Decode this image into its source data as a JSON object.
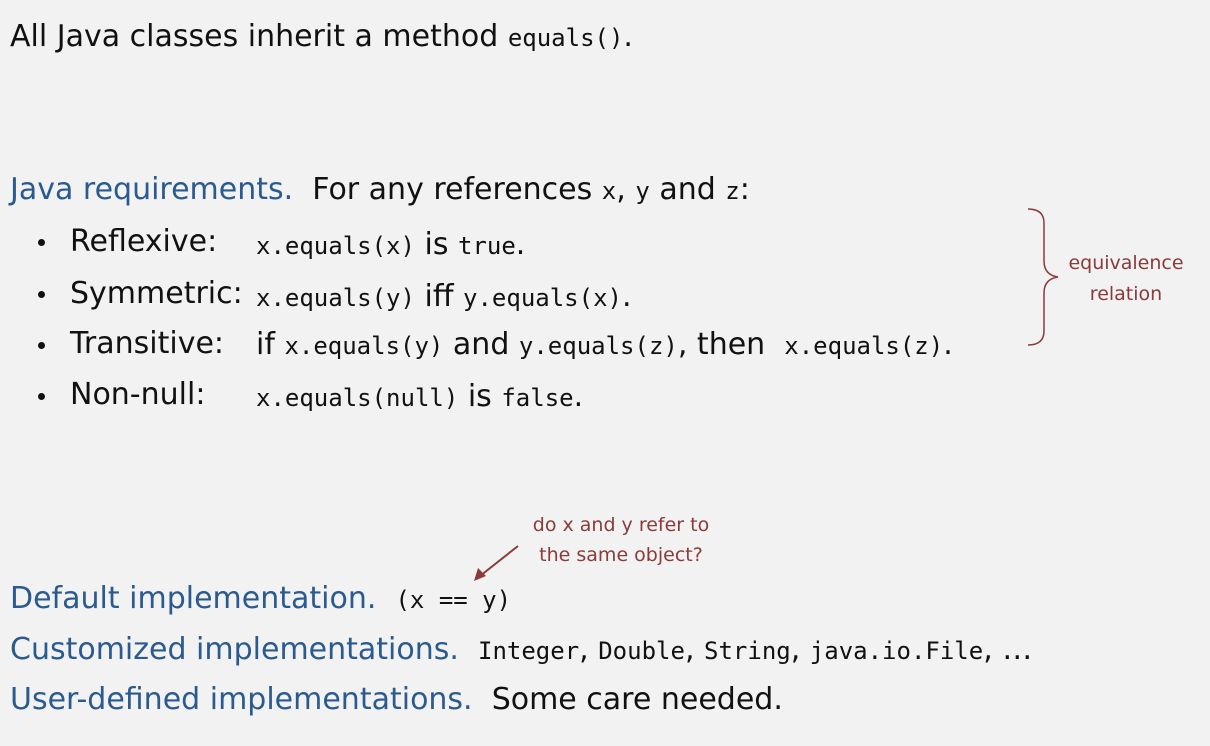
{
  "intro": {
    "text": "All Java classes inherit a method ",
    "code": "equals()",
    "end": "."
  },
  "requirements": {
    "heading": "Java requirements.",
    "lead": "For any references ",
    "x": "x",
    "comma": ",",
    "y": "y",
    "and": " and ",
    "z": "z",
    "colon": ":",
    "items": [
      {
        "term": "Reflexive:",
        "parts": [
          {
            "t": "mono",
            "v": "x.equals(x)"
          },
          {
            "t": "sans",
            "v": " is "
          },
          {
            "t": "mono",
            "v": "true"
          },
          {
            "t": "sans",
            "v": "."
          }
        ]
      },
      {
        "term": "Symmetric:",
        "parts": [
          {
            "t": "mono",
            "v": "x.equals(y)"
          },
          {
            "t": "sans",
            "v": " iff "
          },
          {
            "t": "mono",
            "v": "y.equals(x)"
          },
          {
            "t": "sans",
            "v": "."
          }
        ]
      },
      {
        "term": "Transitive:",
        "parts": [
          {
            "t": "sans",
            "v": "if "
          },
          {
            "t": "mono",
            "v": "x.equals(y)"
          },
          {
            "t": "sans",
            "v": " and "
          },
          {
            "t": "mono",
            "v": "y.equals(z)"
          },
          {
            "t": "sans",
            "v": ", then  "
          },
          {
            "t": "mono",
            "v": "x.equals(z)"
          },
          {
            "t": "sans",
            "v": "."
          }
        ]
      },
      {
        "term": "Non-null:",
        "parts": [
          {
            "t": "mono",
            "v": "x.equals(null)"
          },
          {
            "t": "sans",
            "v": " is "
          },
          {
            "t": "mono",
            "v": "false"
          },
          {
            "t": "sans",
            "v": "."
          }
        ]
      }
    ],
    "brace_note_line1": "equivalence",
    "brace_note_line2": "relation"
  },
  "default_note": {
    "line1": "do x and y refer to",
    "line2": "the same object?"
  },
  "implementations": {
    "default_label": "Default implementation.",
    "default_code": "(x == y)",
    "custom_label": "Customized implementations.",
    "custom_parts": [
      {
        "t": "mono",
        "v": "Integer"
      },
      {
        "t": "sans",
        "v": ", "
      },
      {
        "t": "mono",
        "v": "Double"
      },
      {
        "t": "sans",
        "v": ", "
      },
      {
        "t": "mono",
        "v": "String"
      },
      {
        "t": "sans",
        "v": ", "
      },
      {
        "t": "mono",
        "v": "java.io.File"
      },
      {
        "t": "sans",
        "v": ", …"
      }
    ],
    "user_label": "User-defined implementations.",
    "user_text": "Some care needed."
  },
  "colors": {
    "heading_blue": "#2a5a8f",
    "annotation_red": "#8b3a3a",
    "background": "#f2f2f2"
  }
}
